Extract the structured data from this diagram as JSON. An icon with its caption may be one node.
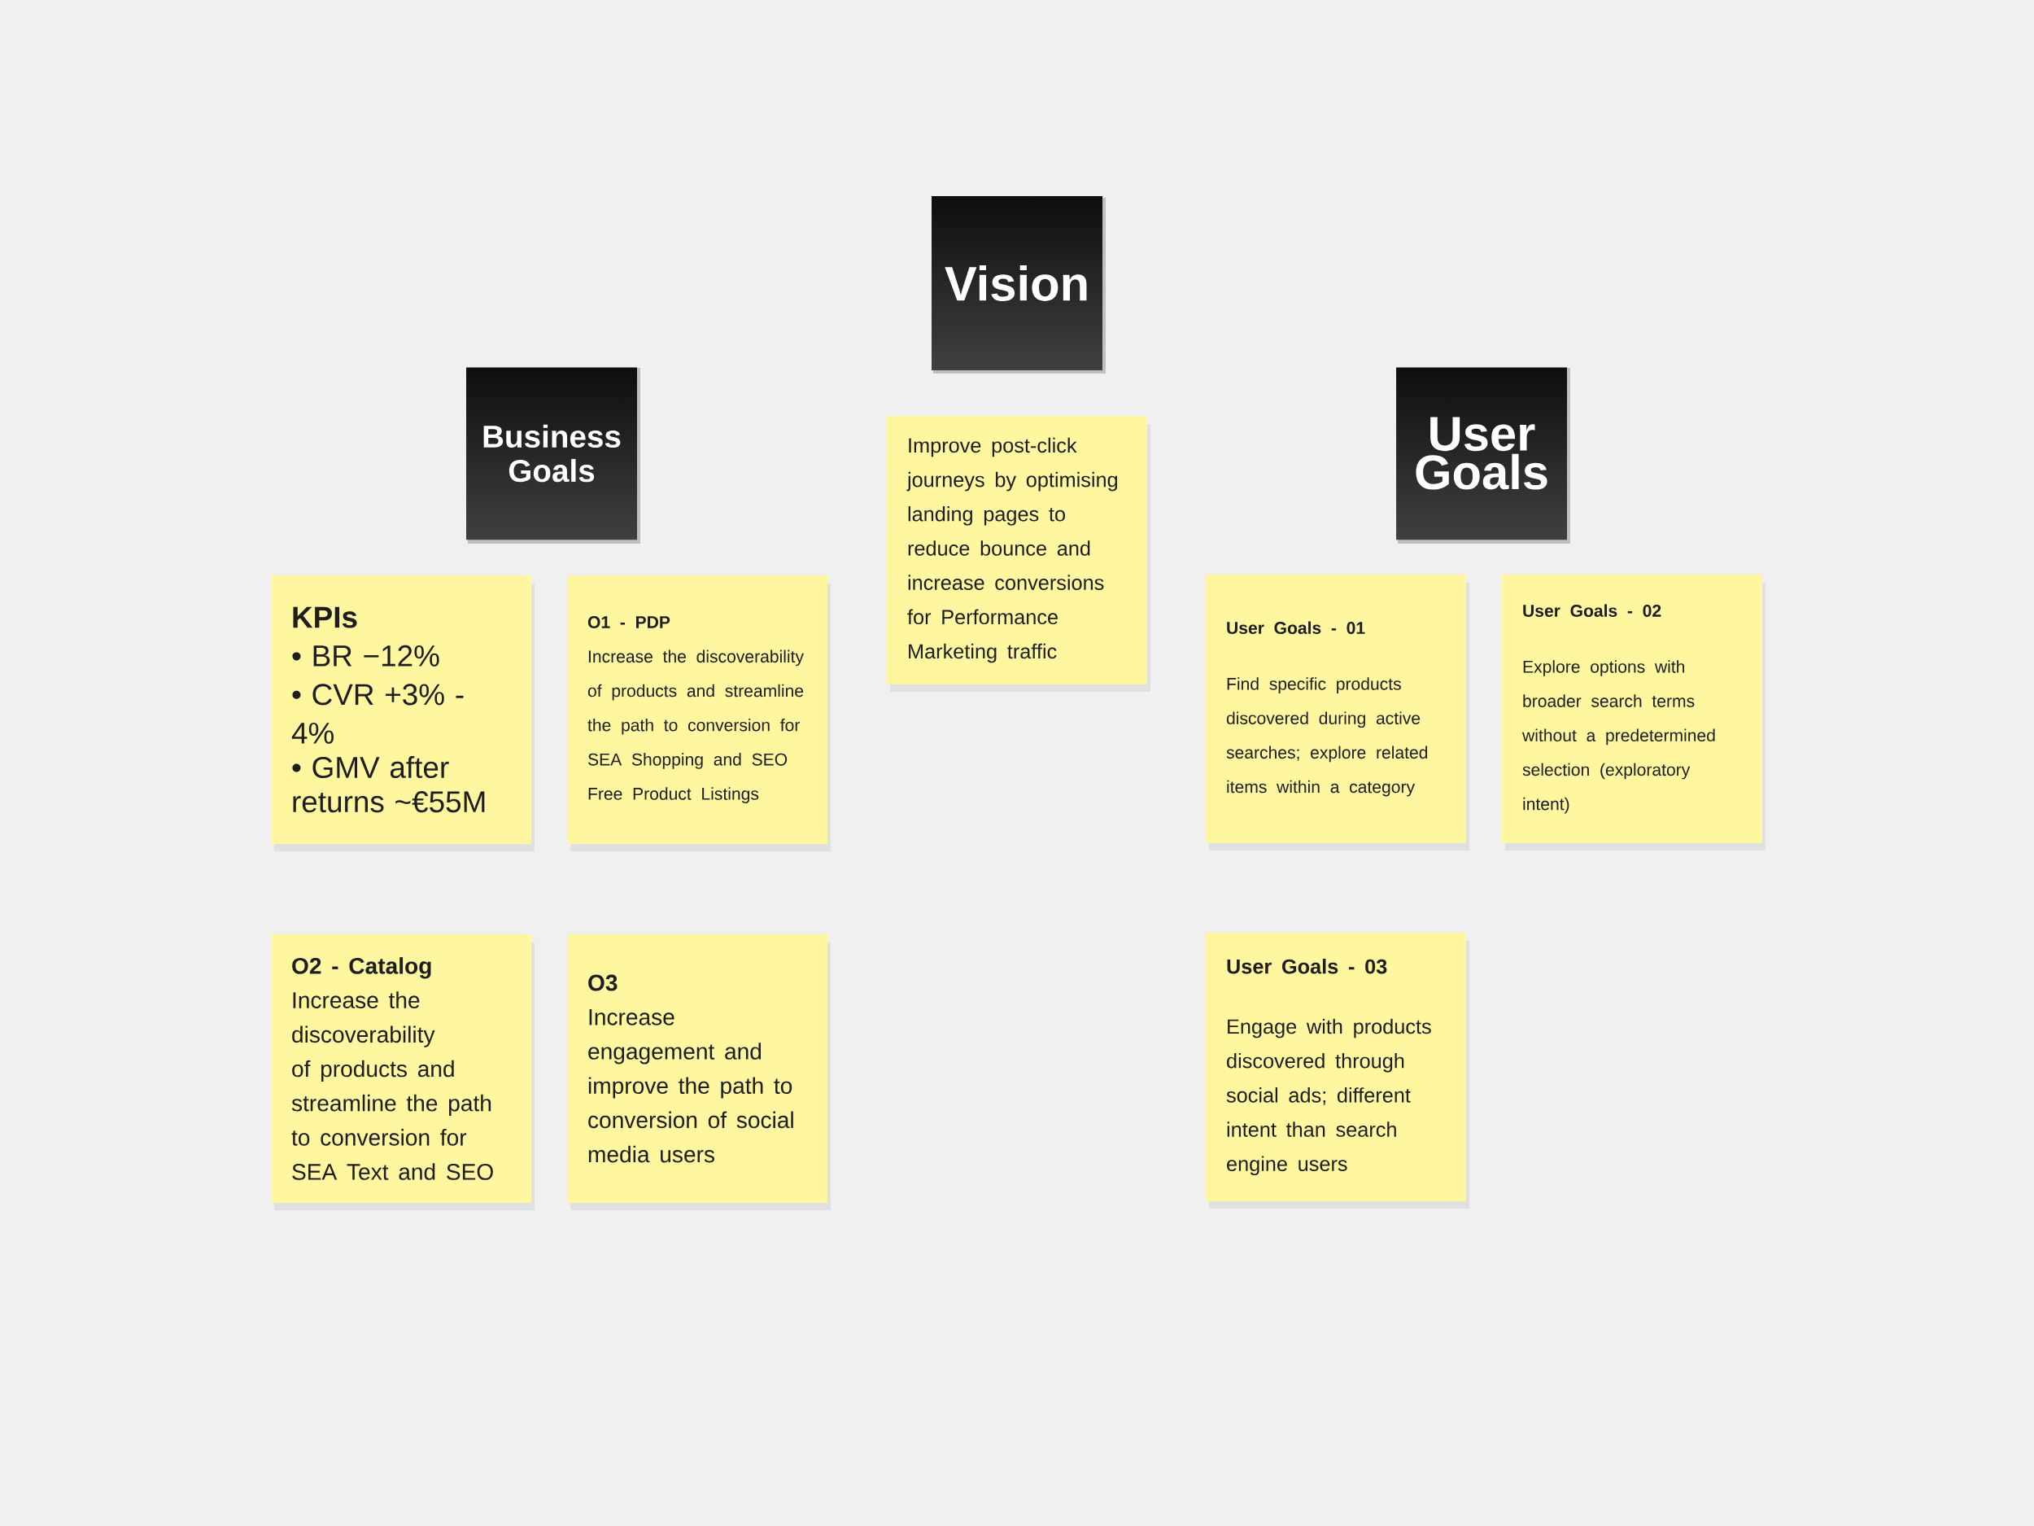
{
  "diagram": {
    "nodes": [
      {
        "text": [
          "Vision"
        ]
      },
      {
        "text": [
          "Business Goals"
        ]
      },
      {
        "text": [
          "User Goals"
        ]
      },
      {
        "text": [
          "Improve post-click journeys by optimising landing pages to reduce bounce and increase conversions for Performance Marketing traffic"
        ]
      },
      {
        "text": [
          "KPIs",
          "• BR −12%",
          "• CVR +3% - 4%",
          "• GMV after returns ~€55M"
        ]
      },
      {
        "text": [
          "O1 - PDP",
          "Increase the discoverability of products and streamline the path to conversion for SEA Shopping and SEO Free Product Listings"
        ]
      },
      {
        "text": [
          "User Goals - 01",
          "Find specific products discovered during active searches; explore related items within a category"
        ]
      },
      {
        "text": [
          "User Goals - 02",
          "Explore options with broader search terms without a predetermined selection (exploratory intent)"
        ]
      },
      {
        "text": [
          "O2 - Catalog",
          "Increase the discoverability of products and streamline the path to conversion for SEA Text and SEO"
        ]
      },
      {
        "text": [
          "O3",
          "Increase engagement and improve the path to conversion of social media users"
        ]
      },
      {
        "text": [
          "User Goals - 03",
          "Engage with products discovered through social ads; different intent than search engine users"
        ]
      }
    ],
    "edges": []
  }
}
